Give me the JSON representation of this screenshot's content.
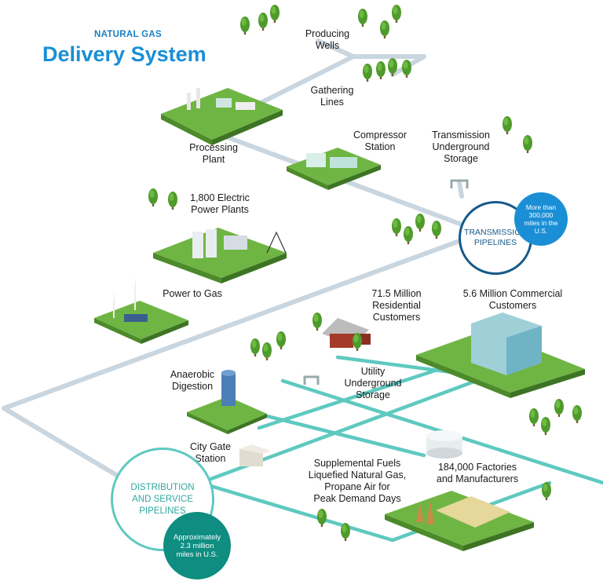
{
  "title": {
    "small": "NATURAL GAS",
    "big": "Delivery System"
  },
  "labels": {
    "producing_wells": "Producing\nWells",
    "gathering_lines": "Gathering\nLines",
    "processing_plant": "Processing\nPlant",
    "compressor_station": "Compressor\nStation",
    "transmission_storage": "Transmission\nUnderground\nStorage",
    "power_plants": "1,800 Electric\nPower Plants",
    "power_to_gas": "Power to Gas",
    "residential": "71.5 Million\nResidential\nCustomers",
    "commercial": "5.6 Million Commercial\nCustomers",
    "anaerobic": "Anaerobic\nDigestion",
    "utility_storage": "Utility\nUnderground\nStorage",
    "city_gate": "City Gate\nStation",
    "supplemental": "Supplemental Fuels\nLiquefied Natural Gas,\nPropane Air for\nPeak Demand Days",
    "factories": "184,000 Factories\nand Manufacturers"
  },
  "transmission": {
    "label": "TRANSMISSION\nPIPELINES",
    "note": "More than\n300,000\nmiles in the\nU.S."
  },
  "distribution": {
    "label": "DISTRIBUTION\nAND SERVICE\nPIPELINES",
    "note": "Approximately\n2.3 million\nmiles in U.S."
  },
  "colors": {
    "transmission_pipe": "#c9d6e0",
    "distribution_pipe": "#5ec9c0",
    "grass": "#6fb543",
    "grass_side": "#4c8a2a",
    "tree": "#4f9a2c",
    "brand_blue": "#1a8fd4"
  }
}
